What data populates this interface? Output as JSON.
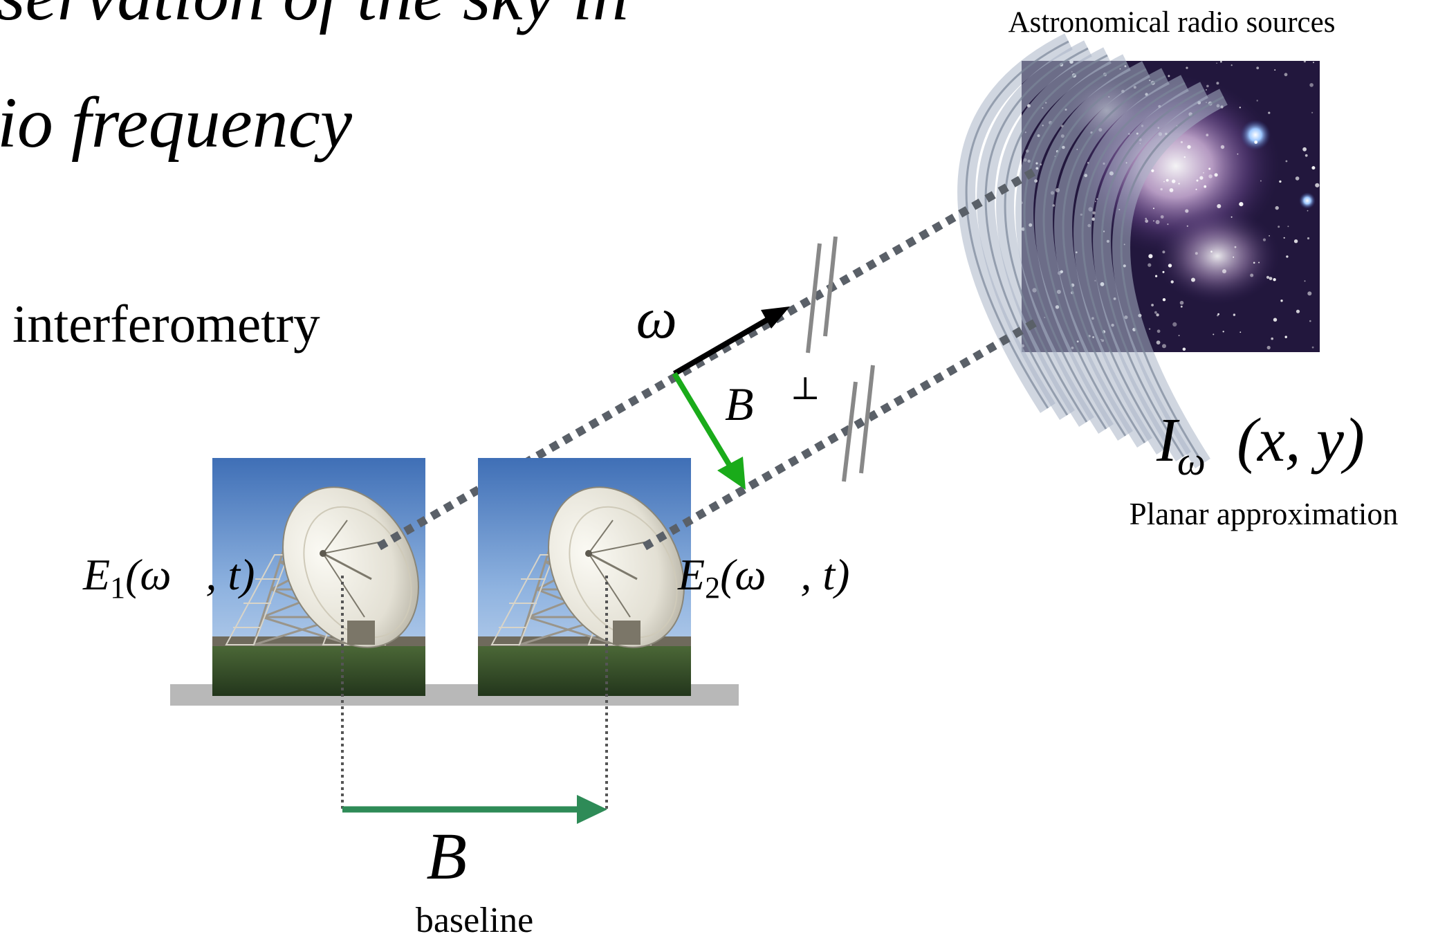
{
  "heading": {
    "line1": "servation of the sky in",
    "line2": "io frequency"
  },
  "section_label": "interferometry",
  "sky": {
    "caption": "Astronomical radio sources",
    "intensity_symbol": "I",
    "intensity_subscript": "ω⃗",
    "intensity_args": "(x, y)",
    "approximation_label": "Planar approximation"
  },
  "vectors": {
    "omega_label": "ω⃗",
    "b_perp_label": "B⃗",
    "b_perp_superscript": "⊥",
    "baseline_symbol": "B⃗",
    "baseline_label": "baseline"
  },
  "antennas": [
    {
      "field_symbol": "E",
      "field_index": "1",
      "field_args": "(ω⃗, t)"
    },
    {
      "field_symbol": "E",
      "field_index": "2",
      "field_args": "(ω⃗, t)"
    }
  ],
  "colors": {
    "direction_vector": "#000000",
    "perpendicular_baseline": "#1aab1a",
    "baseline_vector": "#2e8b57",
    "signal_path": "#5a6068",
    "ground": "#b8b8b8",
    "wavefront": "#a9b5c6",
    "sky_background": "#1b1330"
  },
  "icons": {
    "antenna": "radio-telescope-dish-icon",
    "sky": "starfield-image"
  }
}
